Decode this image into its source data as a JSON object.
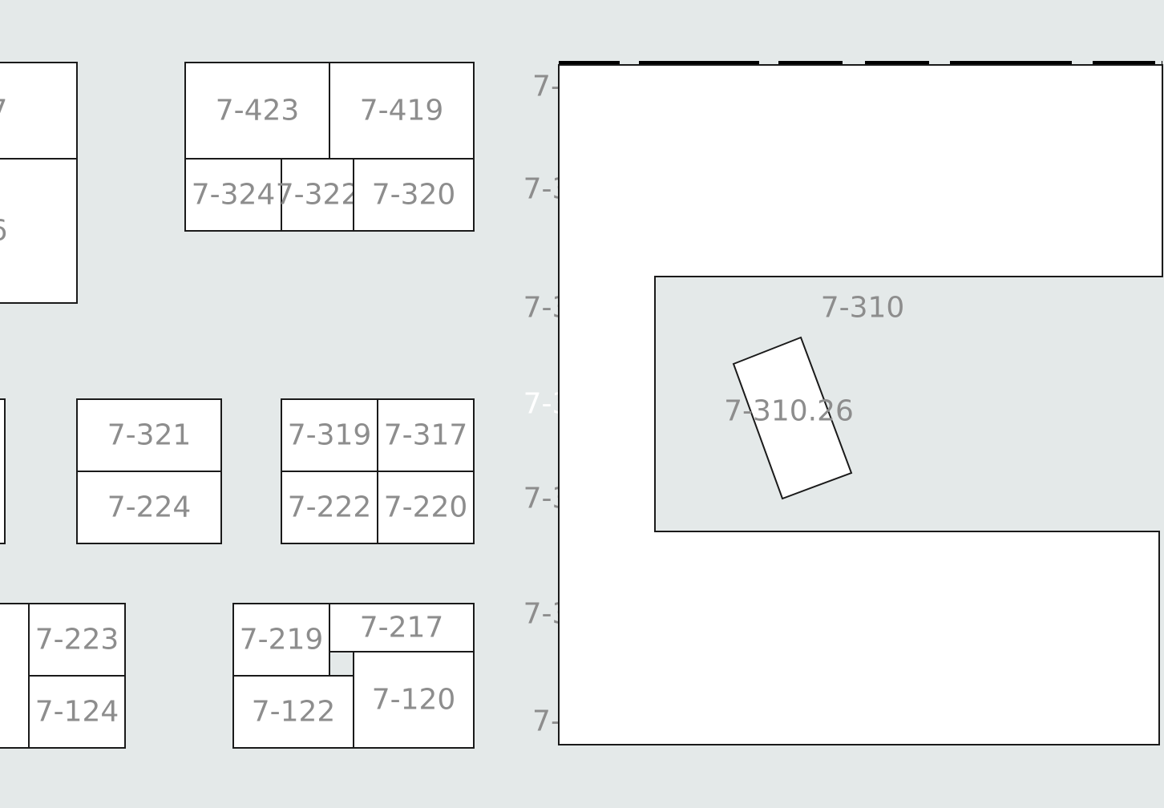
{
  "map": {
    "background": "#e4e9e9",
    "room_fill": "#ffffff",
    "label_color": "#8d8d8d",
    "rooms": {
      "r7_423": "7-423",
      "r7_419": "7-419",
      "r7_324": "7-324",
      "r7_322": "7-322",
      "r7_320": "7-320",
      "r7_321": "7-321",
      "r7_224": "7-224",
      "r7_319": "7-319",
      "r7_317": "7-317",
      "r7_222": "7-222",
      "r7_220": "7-220",
      "r7_223": "7-223",
      "r7_124": "7-124",
      "r7_219": "7-219",
      "r7_217": "7-217",
      "r7_122": "7-122",
      "r7_120": "7-120",
      "r7_310": "7-310",
      "r7_310_26": "7-310.26"
    },
    "clipped_labels": {
      "top_left_partial": "7",
      "mid_left_partial": "6",
      "corridor_1": "7-",
      "corridor_2": "7-3",
      "corridor_3": "7-3",
      "corridor_4": "7-3",
      "corridor_5": "7-3",
      "corridor_6": "7-3",
      "corridor_7": "7-"
    }
  }
}
